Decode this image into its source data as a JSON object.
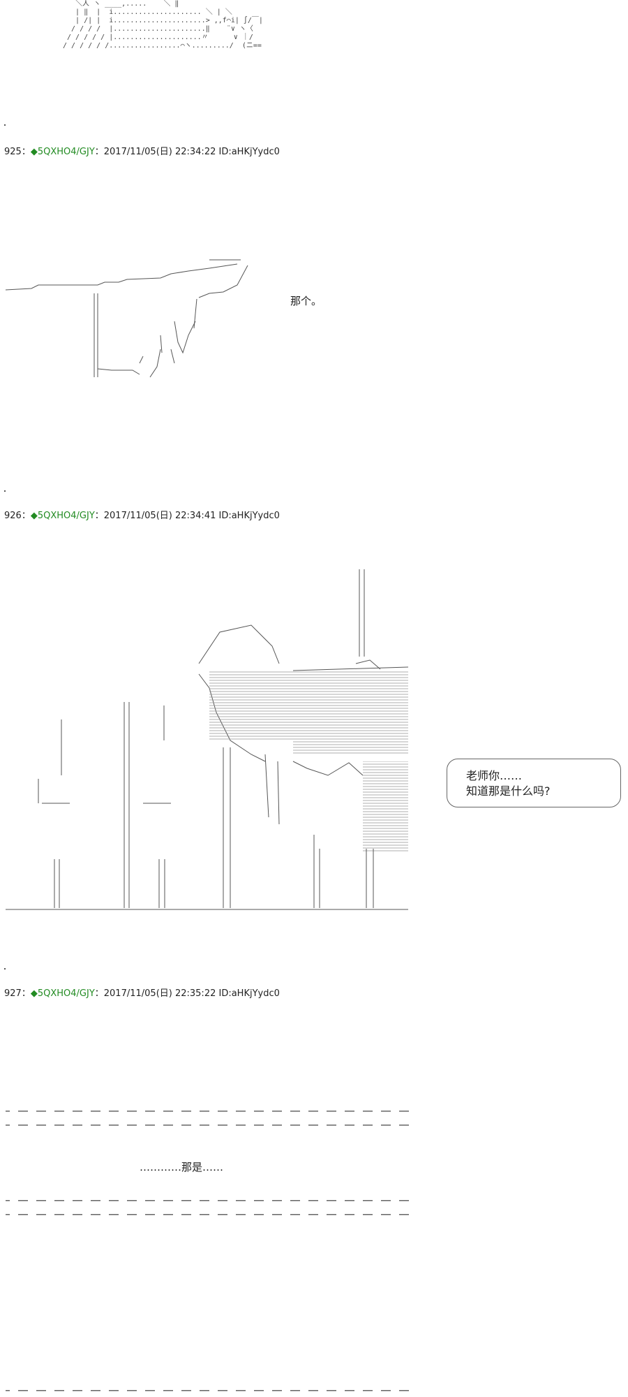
{
  "posts": [
    {
      "number": "925",
      "colon": "：",
      "trip": "◆5QXHO4/GJY",
      "meta": "：2017/11/05(日) 22:34:22 ID:aHKjYydc0",
      "caption": "那个。"
    },
    {
      "number": "926",
      "colon": "：",
      "trip": "◆5QXHO4/GJY",
      "meta": "：2017/11/05(日) 22:34:41 ID:aHKjYydc0",
      "bubble_line1": "老师你……",
      "bubble_line2": "知道那是什么吗?"
    },
    {
      "number": "927",
      "colon": "：",
      "trip": "◆5QXHO4/GJY",
      "meta": "：2017/11/05(日) 22:35:22 ID:aHKjYydc0",
      "caption": "…………那是……"
    }
  ],
  "colors": {
    "trip": "#228b22",
    "text": "#222222",
    "art": "#444444"
  }
}
